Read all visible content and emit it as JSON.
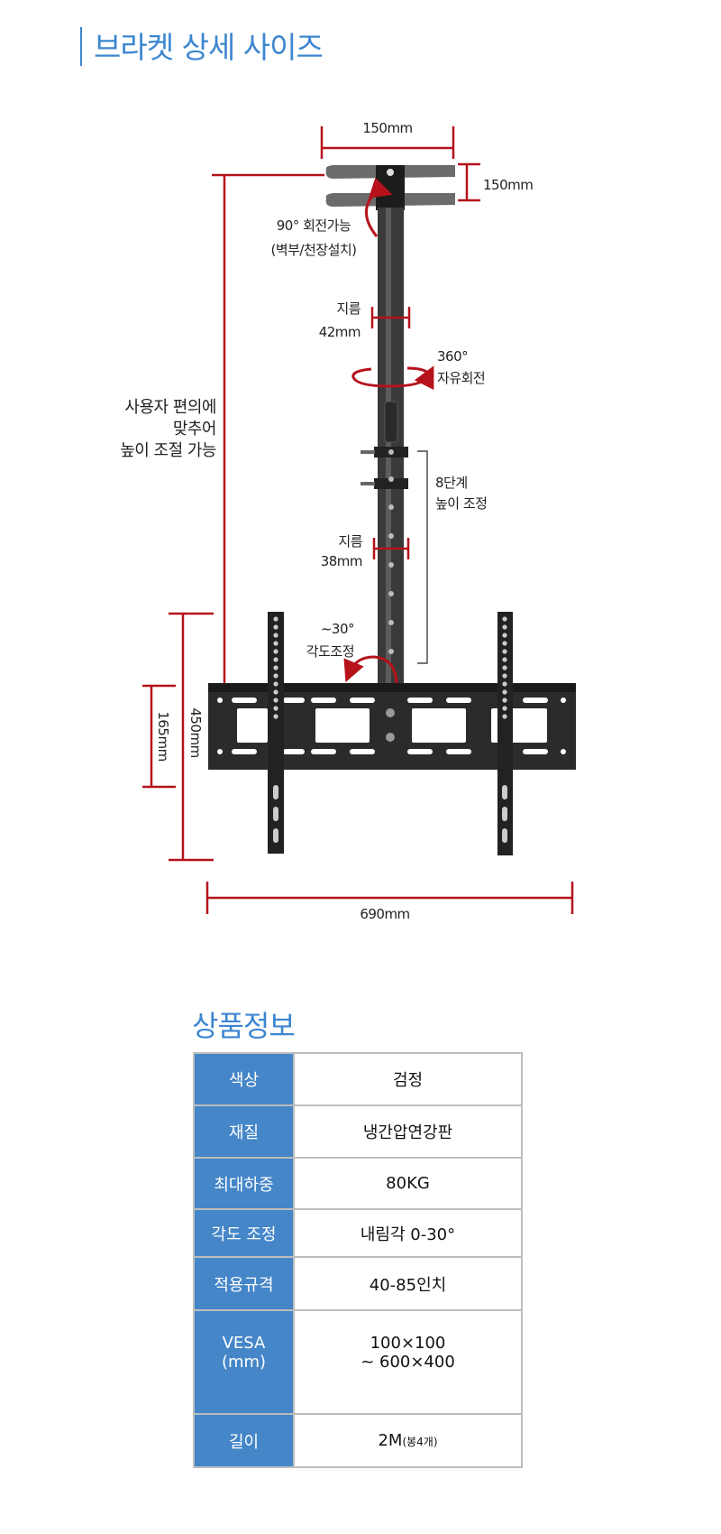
{
  "header": {
    "title": "브라켓 상세 사이즈"
  },
  "diagram": {
    "top_width": "150mm",
    "top_height": "150mm",
    "rotate90_line1": "90° 회전가능",
    "rotate90_line2": "(벽부/천장설치)",
    "dia42_label": "지름",
    "dia42_value": "42mm",
    "rotate360_line1": "360°",
    "rotate360_line2": "자유회전",
    "height_adjust_line1": "사용자 편의에",
    "height_adjust_line2": "맞추어",
    "height_adjust_line3": "높이 조절 가능",
    "steps_line1": "8단계",
    "steps_line2": "높이 조정",
    "dia38_label": "지름",
    "dia38_value": "38mm",
    "tilt_line1": "~30°",
    "tilt_line2": "각도조정",
    "plate_height_outer": "450mm",
    "plate_height_inner": "165mm",
    "plate_width": "690mm"
  },
  "colors": {
    "accent": "#3d86d0",
    "header_cell": "#4486c8",
    "dimension": "#b5121b"
  },
  "product_info": {
    "title": "상품정보",
    "rows": [
      {
        "label": "색상",
        "value": "검정"
      },
      {
        "label": "재질",
        "value": "냉간압연강판"
      },
      {
        "label": "최대하중",
        "value": "80KG"
      },
      {
        "label": "각도 조정",
        "value": "내림각 0-30°"
      },
      {
        "label": "적용규격",
        "value": "40-85인치"
      },
      {
        "label_line1": "VESA",
        "label_line2": "(mm)",
        "value_line1": "100×100",
        "value_line2": "~ 600×400"
      },
      {
        "label": "길이",
        "value": "2M",
        "value_note": "(봉4개)"
      }
    ]
  }
}
